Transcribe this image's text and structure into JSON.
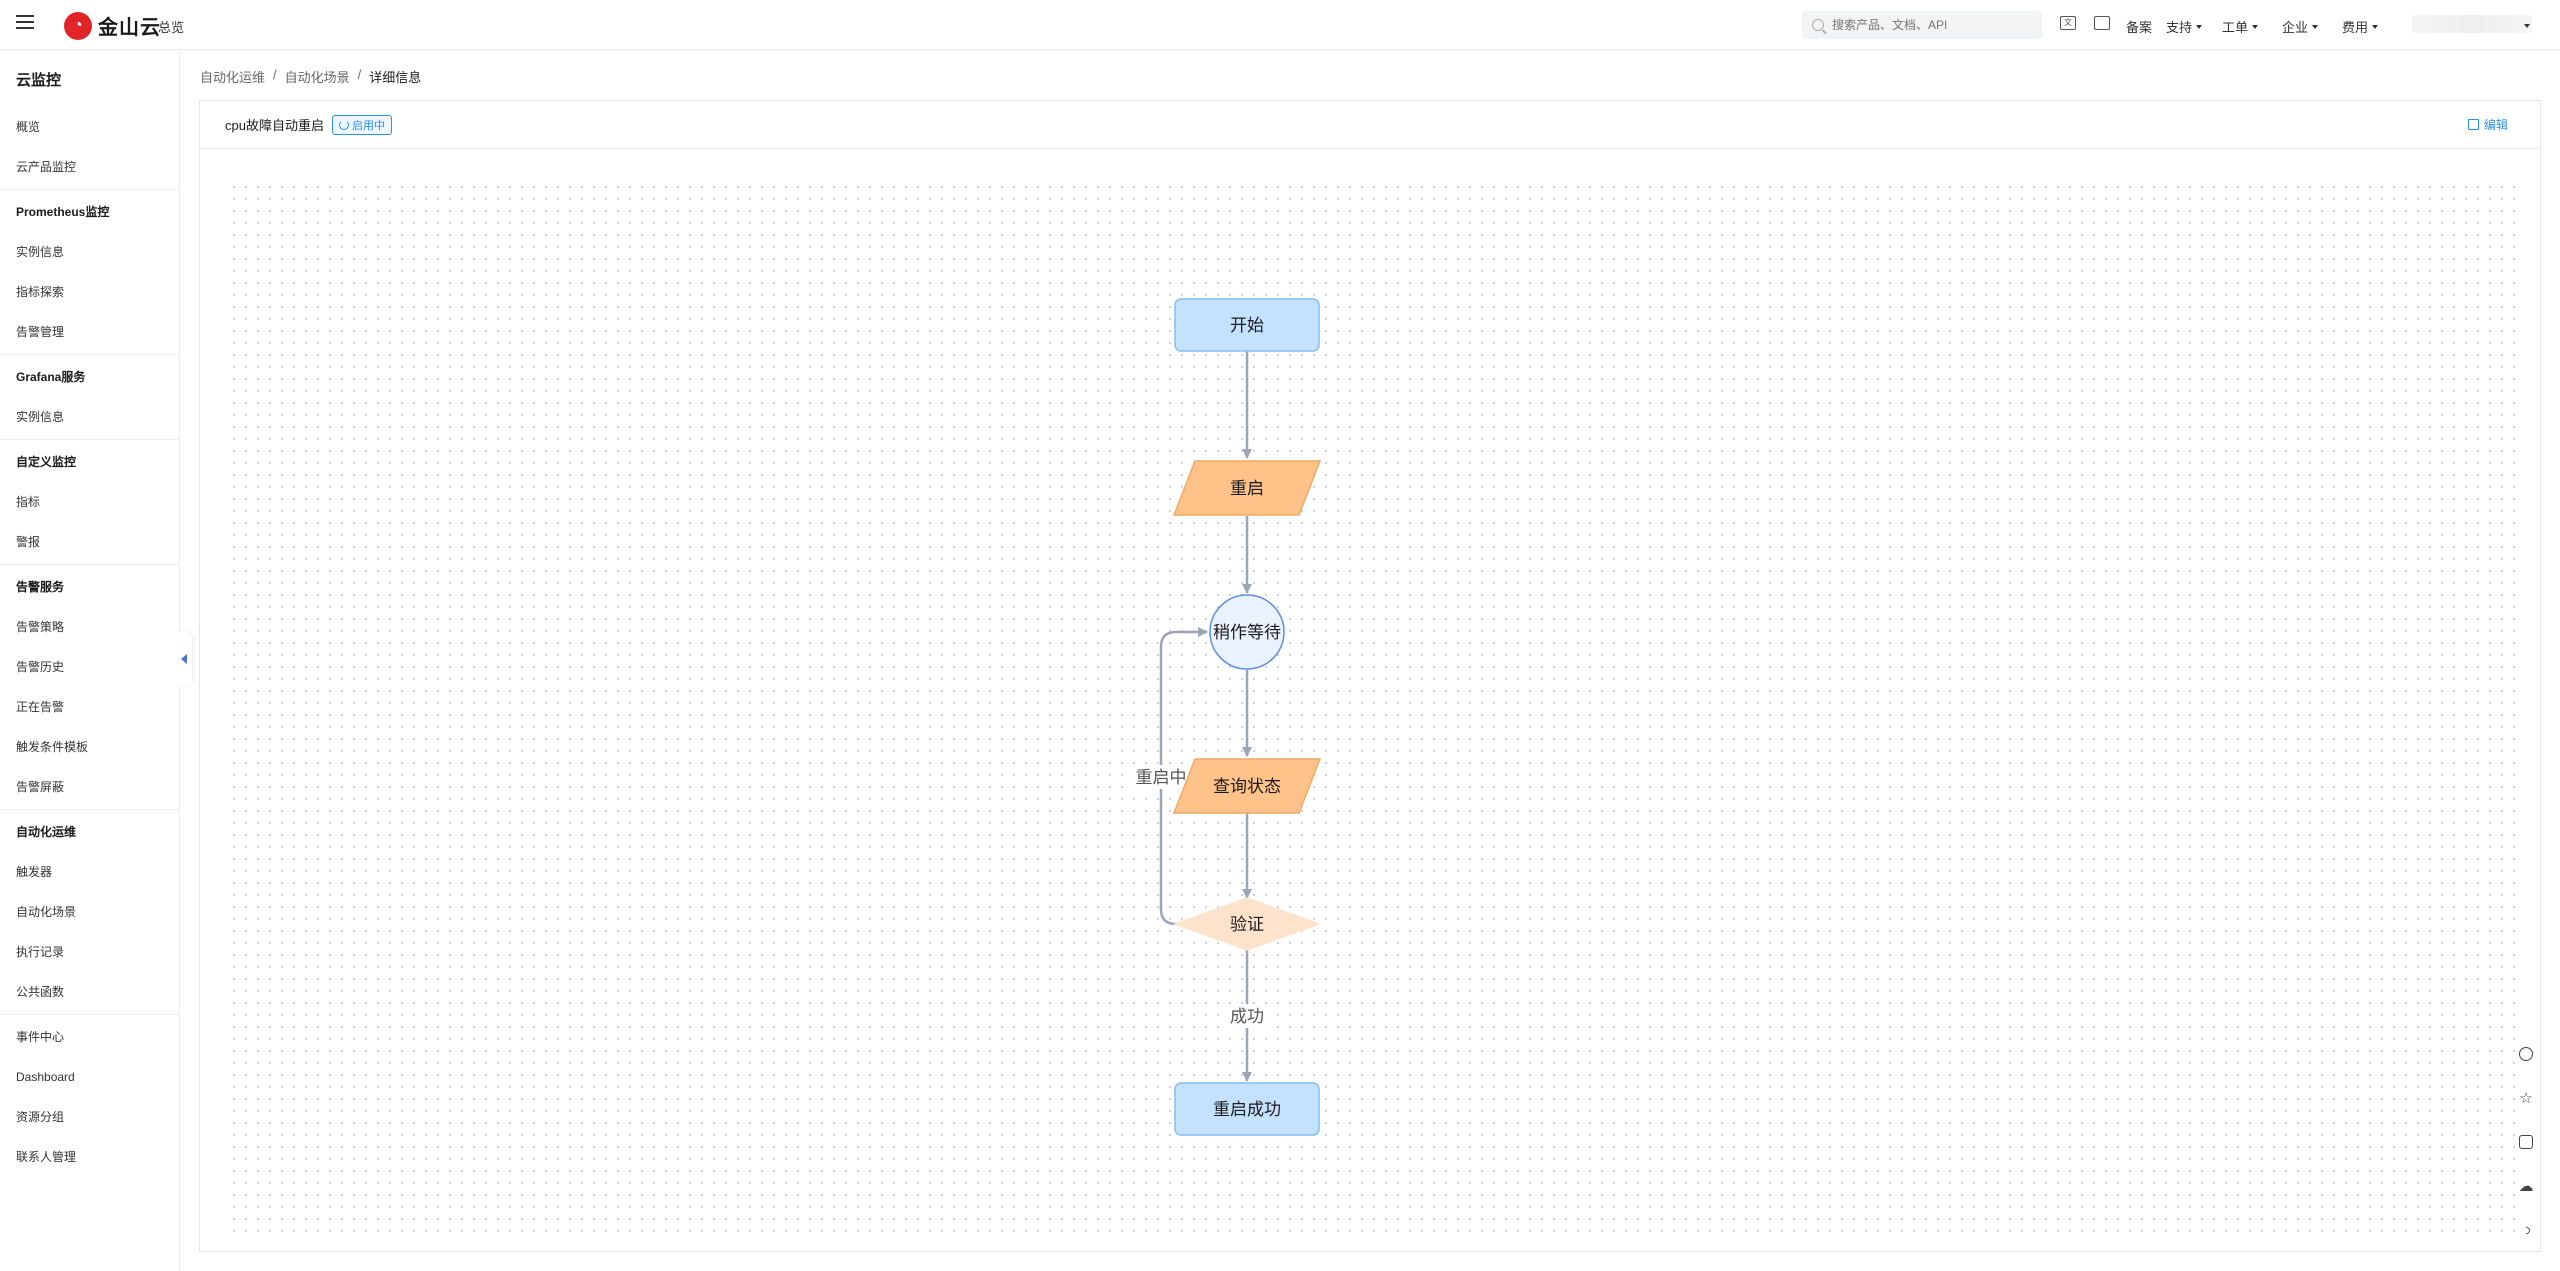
{
  "header": {
    "logo_text": "金山云",
    "overview": "总览",
    "search_placeholder": "搜索产品、文档、API",
    "nav": [
      "备案",
      "支持",
      "工单",
      "企业",
      "费用"
    ]
  },
  "sidebar": {
    "title": "云监控",
    "items": [
      {
        "type": "item",
        "label": "概览"
      },
      {
        "type": "item",
        "label": "云产品监控"
      },
      {
        "type": "sep"
      },
      {
        "type": "group",
        "label": "Prometheus监控"
      },
      {
        "type": "item",
        "label": "实例信息"
      },
      {
        "type": "item",
        "label": "指标探索"
      },
      {
        "type": "item",
        "label": "告警管理"
      },
      {
        "type": "sep"
      },
      {
        "type": "group",
        "label": "Grafana服务"
      },
      {
        "type": "item",
        "label": "实例信息"
      },
      {
        "type": "sep"
      },
      {
        "type": "group",
        "label": "自定义监控"
      },
      {
        "type": "item",
        "label": "指标"
      },
      {
        "type": "item",
        "label": "警报"
      },
      {
        "type": "sep"
      },
      {
        "type": "group",
        "label": "告警服务"
      },
      {
        "type": "item",
        "label": "告警策略"
      },
      {
        "type": "item",
        "label": "告警历史"
      },
      {
        "type": "item",
        "label": "正在告警"
      },
      {
        "type": "item",
        "label": "触发条件模板"
      },
      {
        "type": "item",
        "label": "告警屏蔽"
      },
      {
        "type": "sep"
      },
      {
        "type": "group",
        "label": "自动化运维"
      },
      {
        "type": "item",
        "label": "触发器"
      },
      {
        "type": "item",
        "label": "自动化场景"
      },
      {
        "type": "item",
        "label": "执行记录"
      },
      {
        "type": "item",
        "label": "公共函数"
      },
      {
        "type": "sep"
      },
      {
        "type": "item",
        "label": "事件中心"
      },
      {
        "type": "item",
        "label": "Dashboard"
      },
      {
        "type": "item",
        "label": "资源分组"
      },
      {
        "type": "item",
        "label": "联系人管理"
      }
    ]
  },
  "breadcrumb": [
    "自动化运维",
    "自动化场景",
    "详细信息"
  ],
  "detail": {
    "title": "cpu故障自动重启",
    "status": "启用中",
    "edit": "编辑"
  },
  "flow": {
    "nodes": [
      {
        "id": "start",
        "shape": "rounded-rect",
        "label": "开始"
      },
      {
        "id": "restart",
        "shape": "parallelogram",
        "label": "重启"
      },
      {
        "id": "wait",
        "shape": "circle",
        "label": "稍作等待"
      },
      {
        "id": "query",
        "shape": "parallelogram",
        "label": "查询状态"
      },
      {
        "id": "verify",
        "shape": "diamond",
        "label": "验证"
      },
      {
        "id": "success",
        "shape": "rounded-rect",
        "label": "重启成功"
      }
    ],
    "edges": [
      {
        "from": "start",
        "to": "restart",
        "label": ""
      },
      {
        "from": "restart",
        "to": "wait",
        "label": ""
      },
      {
        "from": "wait",
        "to": "query",
        "label": ""
      },
      {
        "from": "query",
        "to": "verify",
        "label": ""
      },
      {
        "from": "verify",
        "to": "wait",
        "label": "重启中"
      },
      {
        "from": "verify",
        "to": "success",
        "label": "成功"
      }
    ],
    "colors": {
      "terminal_fill": "#c4e2ff",
      "terminal_stroke": "#82bff0",
      "io_fill": "#ffc38a",
      "io_stroke": "#f0a865",
      "wait_fill": "#eaf2ff",
      "wait_stroke": "#5b8ee6",
      "decision_fill": "#fde3cb",
      "edge": "#9aa6b8"
    }
  },
  "side_tools": [
    "headset-icon",
    "star-icon",
    "document-icon",
    "cloud-icon",
    "chevron-right-icon"
  ]
}
